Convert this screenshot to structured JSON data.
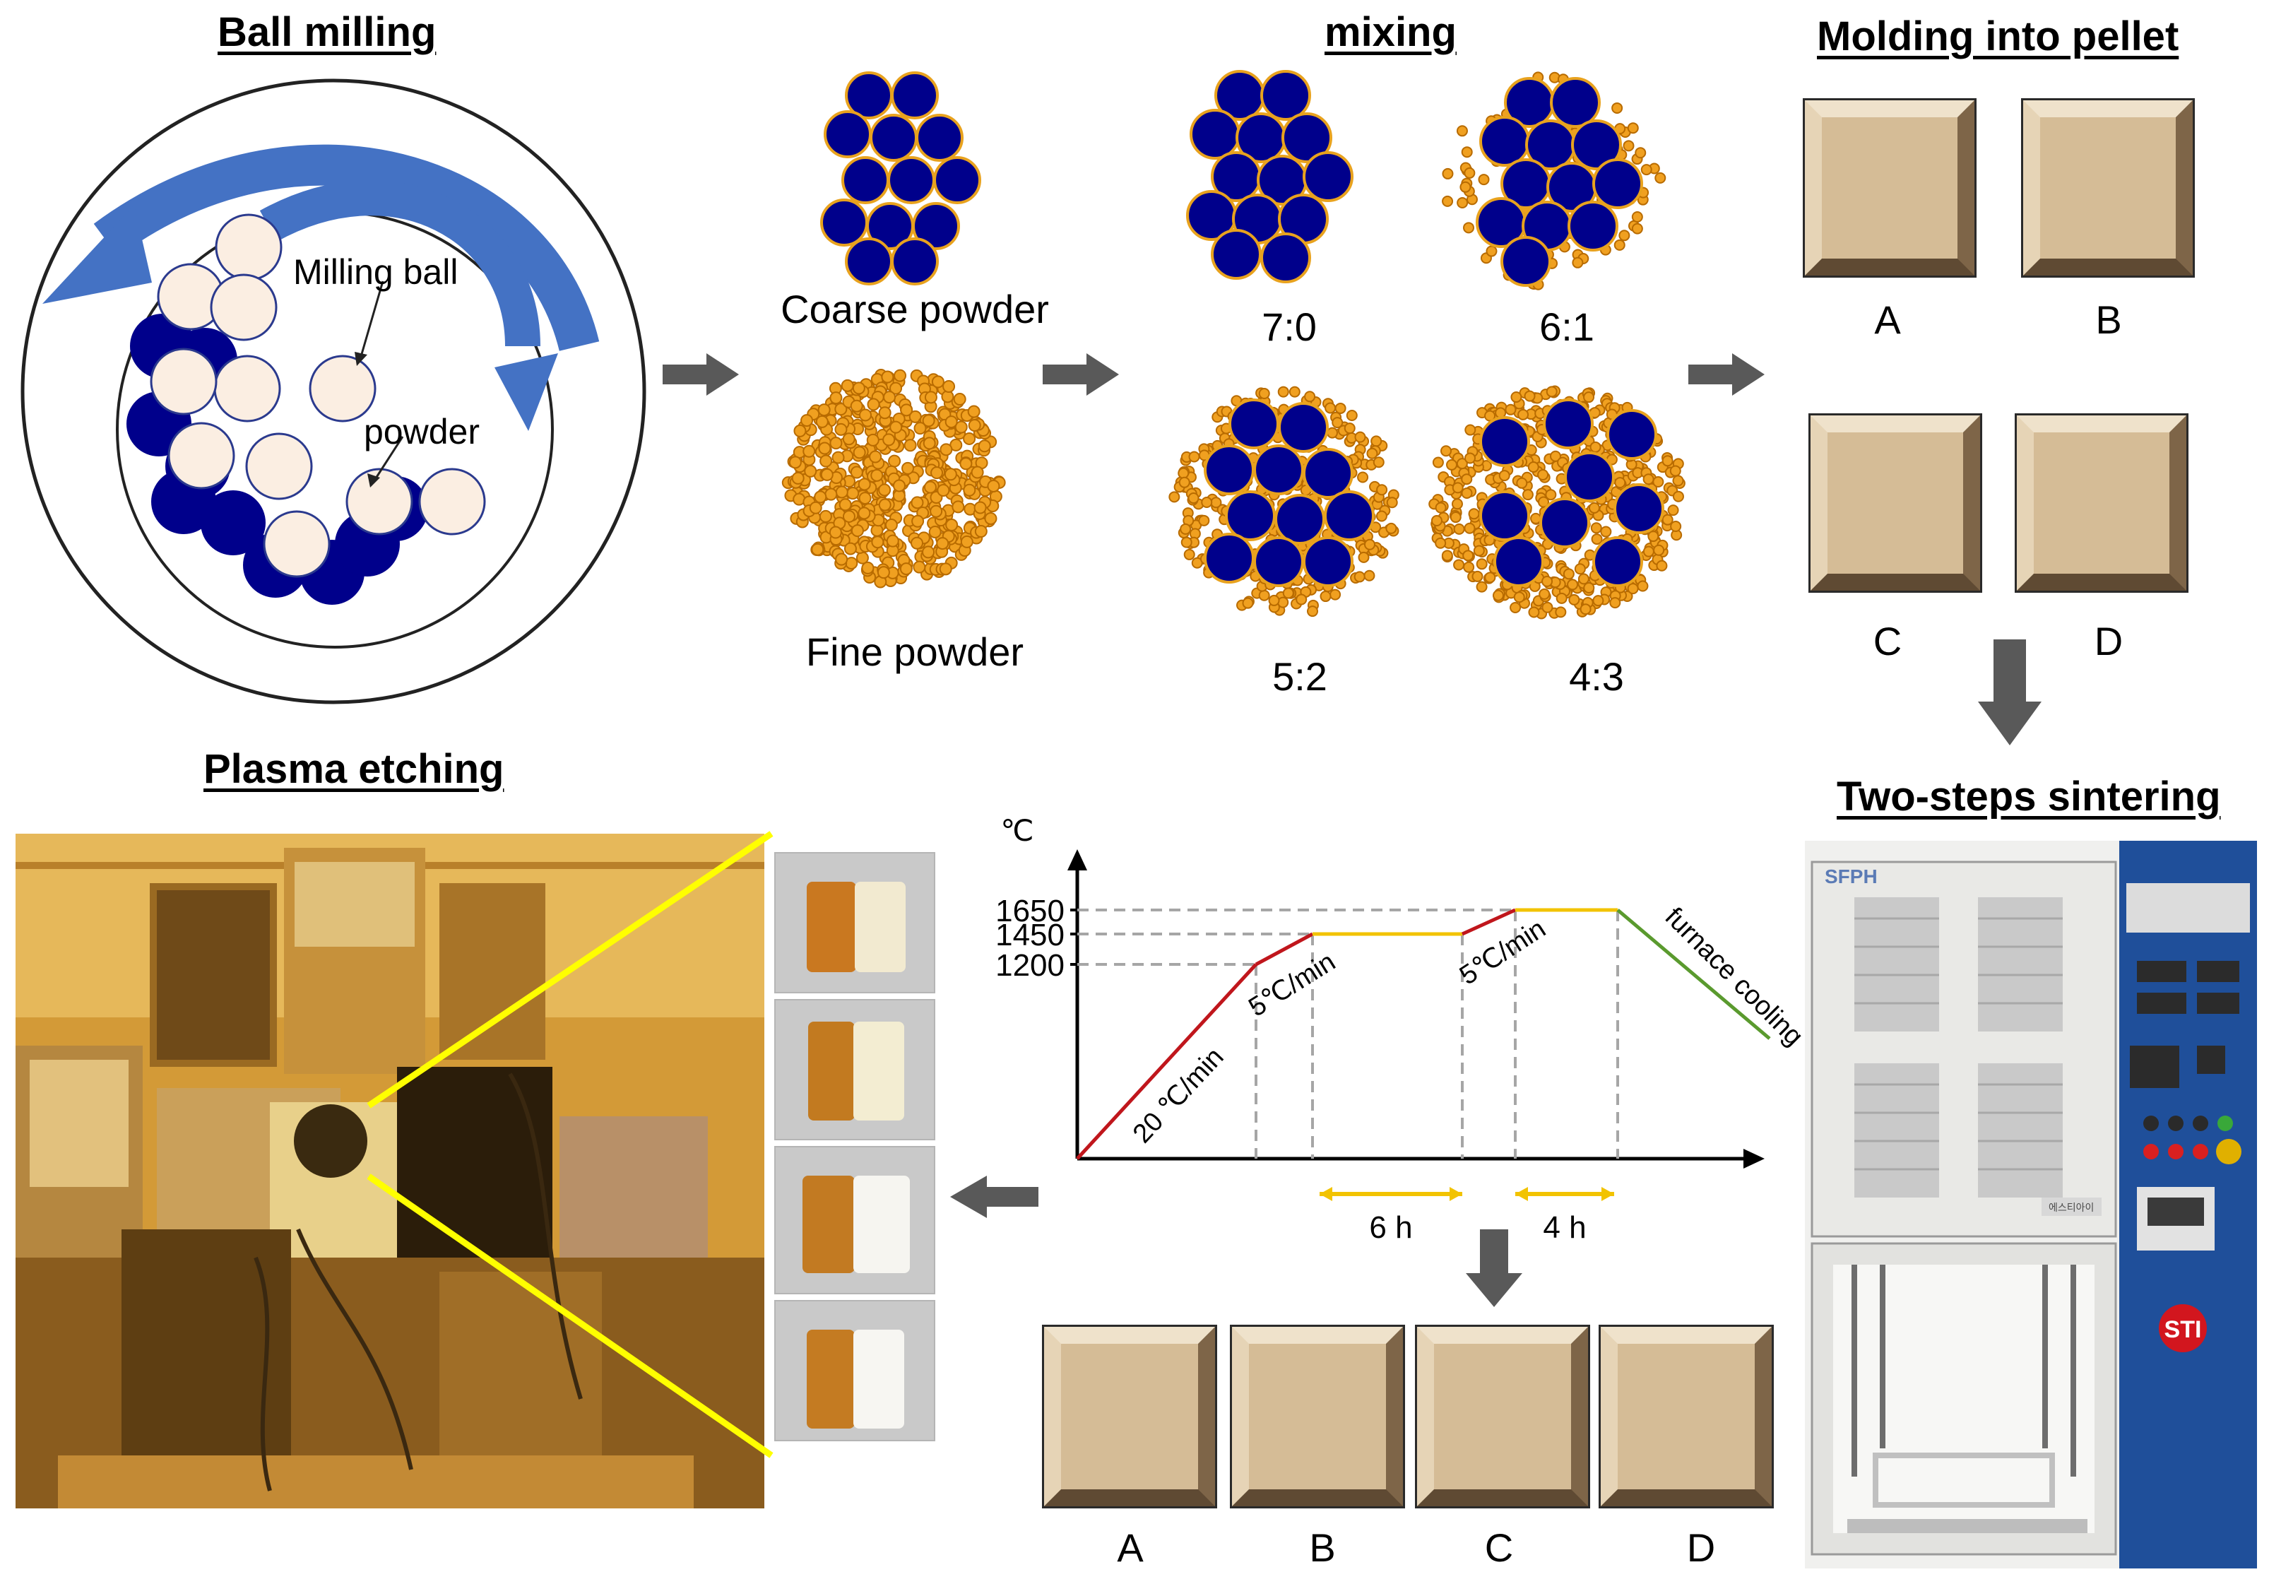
{
  "headings": {
    "ball_milling": "Ball milling",
    "mixing": "mixing",
    "molding": "Molding into pellet",
    "plasma": "Plasma etching",
    "sintering": "Two-steps sintering"
  },
  "ball_mill": {
    "ball_label": "Milling ball",
    "powder_label": "powder"
  },
  "powders": {
    "coarse": "Coarse powder",
    "fine": "Fine powder"
  },
  "mix_ratios": [
    "7:0",
    "6:1",
    "5:2",
    "4:3"
  ],
  "pellets_top": [
    "A",
    "B",
    "C",
    "D"
  ],
  "pellets_bottom": [
    "A",
    "B",
    "C",
    "D"
  ],
  "chart_data": {
    "type": "line",
    "title": "",
    "ylabel": "℃",
    "xlabel": "",
    "y_ticks": [
      1200,
      1450,
      1650
    ],
    "segments": [
      {
        "label": "20 ℃/min",
        "color": "#c0161c",
        "from": {
          "T": 0
        },
        "to": {
          "T": 1200
        }
      },
      {
        "label": "5℃/min",
        "color": "#c0161c",
        "from": {
          "T": 1200
        },
        "to": {
          "T": 1450
        }
      },
      {
        "label": "",
        "color": "#f2c300",
        "hold_T": 1450,
        "duration": "6 h"
      },
      {
        "label": "5℃/min",
        "color": "#c0161c",
        "from": {
          "T": 1450
        },
        "to": {
          "T": 1650
        }
      },
      {
        "label": "",
        "color": "#f2c300",
        "hold_T": 1650,
        "duration": "4 h"
      },
      {
        "label": "furnace cooling",
        "color": "#5a9a2e",
        "from": {
          "T": 1650
        },
        "to": {
          "T": 0
        }
      }
    ],
    "durations": [
      "6 h",
      "4 h"
    ]
  },
  "machine": {
    "brand_top": "SFPH",
    "logo": "STI",
    "plate": "에스티아이"
  },
  "colors": {
    "coarse": "#00008b",
    "fine": "#f0a020",
    "pellet": "#d5bc96",
    "arrow_blue": "#4472c4",
    "photo_amber": "#d9a23a",
    "machine_blue": "#1c4f9c"
  }
}
